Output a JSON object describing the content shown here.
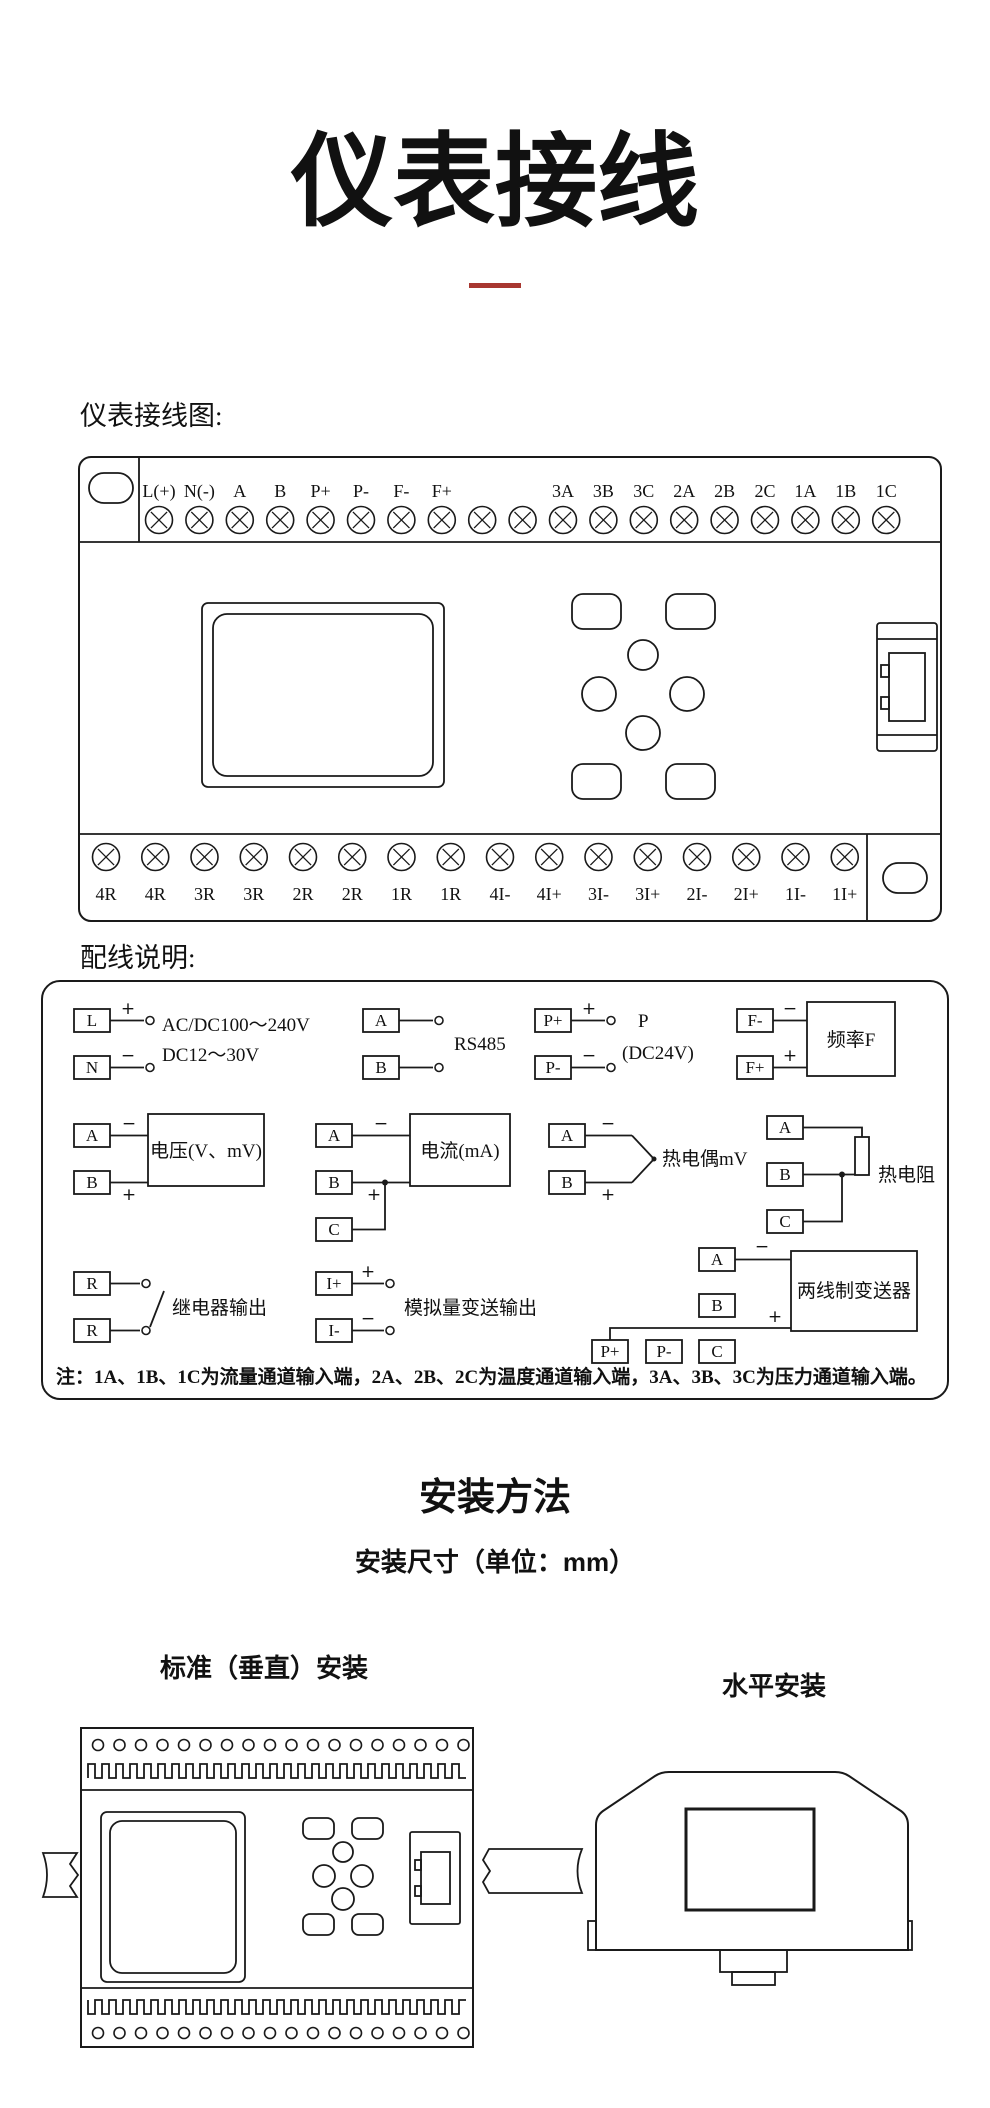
{
  "header": {
    "title": "仪表接线"
  },
  "colors": {
    "accent": "#a83730",
    "ink": "#1a1a1a"
  },
  "sections": {
    "wiring_diagram_label": "仪表接线图:",
    "wiring_notes_label": "配线说明:",
    "install_title": "安装方法",
    "install_subtitle": "安装尺寸（单位：mm）",
    "vertical_install_label": "标准（垂直）安装",
    "horizontal_install_label": "水平安装"
  },
  "signs": {
    "plus": "+",
    "minus": "−"
  },
  "terminal_diagram": {
    "top_terminals": [
      "L(+)",
      "N(-)",
      "A",
      "B",
      "P+",
      "P-",
      "F-",
      "F+",
      "3A",
      "3B",
      "3C",
      "2A",
      "2B",
      "2C",
      "1A",
      "1B",
      "1C"
    ],
    "bottom_terminals": [
      "4R",
      "4R",
      "3R",
      "3R",
      "2R",
      "2R",
      "1R",
      "1R",
      "4I-",
      "4I+",
      "3I-",
      "3I+",
      "2I-",
      "2I+",
      "1I-",
      "1I+"
    ]
  },
  "wiring_blocks": {
    "power": {
      "terminals": [
        "L",
        "N"
      ],
      "line1": "AC/DC100～240V",
      "line2": "DC12～30V"
    },
    "rs485": {
      "terminals": [
        "A",
        "B"
      ],
      "label": "RS485"
    },
    "dc24": {
      "terminals": [
        "P+",
        "P-"
      ],
      "label1": "P",
      "label2": "(DC24V)"
    },
    "frequency": {
      "terminals": [
        "F-",
        "F+"
      ],
      "label": "频率F"
    },
    "voltage": {
      "terminals": [
        "A",
        "B"
      ],
      "label": "电压(V、mV)"
    },
    "current": {
      "terminals": [
        "A",
        "B",
        "C"
      ],
      "label": "电流(mA)"
    },
    "thermocouple": {
      "terminals": [
        "A",
        "B"
      ],
      "label": "热电偶mV"
    },
    "rtd": {
      "terminals": [
        "A",
        "B",
        "C"
      ],
      "label": "热电阻"
    },
    "relay": {
      "terminals": [
        "R",
        "R"
      ],
      "label": "继电器输出"
    },
    "analog_output": {
      "terminals": [
        "I+",
        "I-"
      ],
      "label": "模拟量变送输出"
    },
    "transmitter": {
      "terminals": [
        "A",
        "B",
        "C",
        "P+",
        "P-"
      ],
      "label": "两线制变送器"
    },
    "note": "注：1A、1B、1C为流量通道输入端，2A、2B、2C为温度通道输入端，3A、3B、3C为压力通道输入端。"
  }
}
